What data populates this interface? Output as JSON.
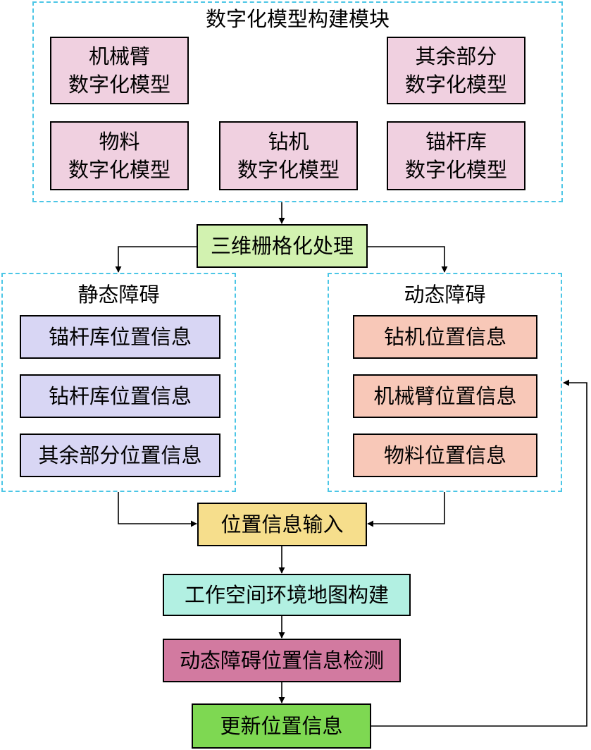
{
  "colors": {
    "group_border": "#4cc6e6",
    "model": "#f0d0e0",
    "static": "#d8d6f4",
    "dynamic": "#f8c8b8",
    "grid": "#d2f2b0",
    "input": "#f6de8c",
    "map": "#b2f0e2",
    "detect": "#d27aa0",
    "update": "#7ed852"
  },
  "model_module": {
    "title": "数字化模型构建模块",
    "arm": {
      "line1": "机械臂",
      "line2": "数字化模型"
    },
    "rest": {
      "line1": "其余部分",
      "line2": "数字化模型"
    },
    "material": {
      "line1": "物料",
      "line2": "数字化模型"
    },
    "drill": {
      "line1": "钻机",
      "line2": "数字化模型"
    },
    "bolt": {
      "line1": "锚杆库",
      "line2": "数字化模型"
    }
  },
  "grid_process": "三维栅格化处理",
  "static_obstacles": {
    "title": "静态障碍",
    "items": [
      "锚杆库位置信息",
      "钻杆库位置信息",
      "其余部分位置信息"
    ]
  },
  "dynamic_obstacles": {
    "title": "动态障碍",
    "items": [
      "钻机位置信息",
      "机械臂位置信息",
      "物料位置信息"
    ]
  },
  "position_input": "位置信息输入",
  "map_build": "工作空间环境地图构建",
  "dynamic_detect": "动态障碍位置信息检测",
  "update_position": "更新位置信息"
}
